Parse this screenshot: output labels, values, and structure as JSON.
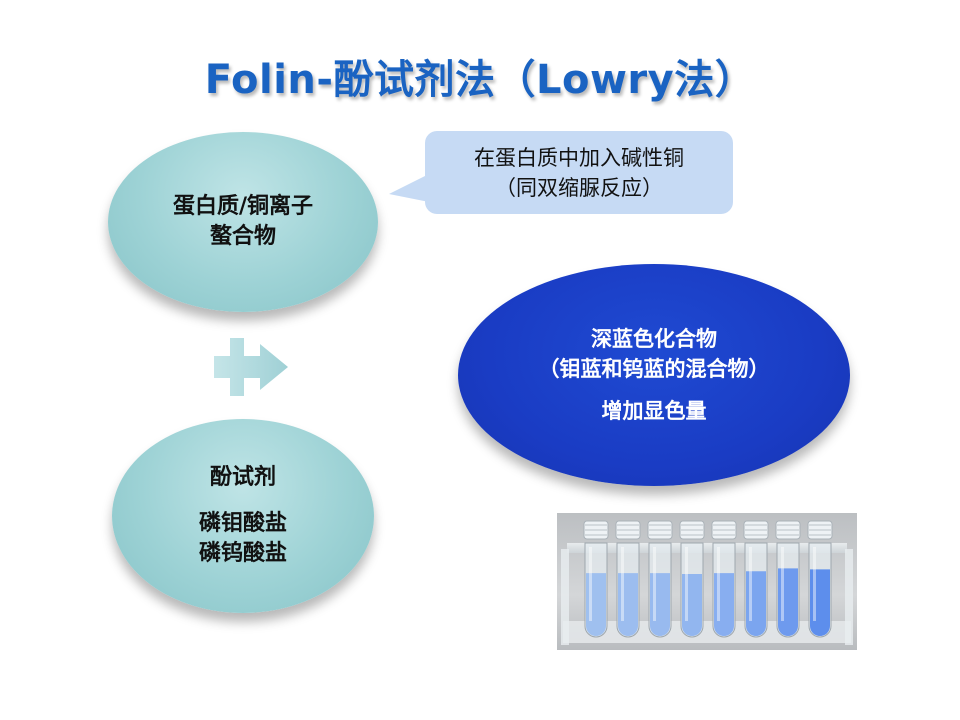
{
  "title": "Folin-酚试剂法（Lowry法）",
  "ellipse_top": {
    "line1": "蛋白质/铜离子",
    "line2": "螯合物"
  },
  "ellipse_bottom": {
    "line1": "酚试剂",
    "line2": "磷钼酸盐",
    "line3": "磷钨酸盐"
  },
  "callout": {
    "line1": "在蛋白质中加入碱性铜",
    "line2": "（同双缩脲反应）"
  },
  "ellipse_blue": {
    "line1": "深蓝色化合物",
    "line2": "（钼蓝和钨蓝的混合物）",
    "line3": "增加显色量"
  },
  "colors": {
    "title": "#1a63c2",
    "teal_ellipse": "#9dd2d5",
    "blue_ellipse": "#1a3cc4",
    "callout": "#c6daf4",
    "arrow": "#a9d5da"
  },
  "icons": [
    "plus-arrow-icon",
    "speech-callout-tail"
  ],
  "photo": {
    "tubes": [
      {
        "liquid": "#9fc0ef",
        "level": 0.68
      },
      {
        "liquid": "#9cbdef",
        "level": 0.68
      },
      {
        "liquid": "#98baef",
        "level": 0.68
      },
      {
        "liquid": "#92b6ef",
        "level": 0.67
      },
      {
        "liquid": "#88aef0",
        "level": 0.68
      },
      {
        "liquid": "#7ba5ef",
        "level": 0.7
      },
      {
        "liquid": "#6e9aee",
        "level": 0.73
      },
      {
        "liquid": "#5d8eec",
        "level": 0.72
      }
    ]
  }
}
